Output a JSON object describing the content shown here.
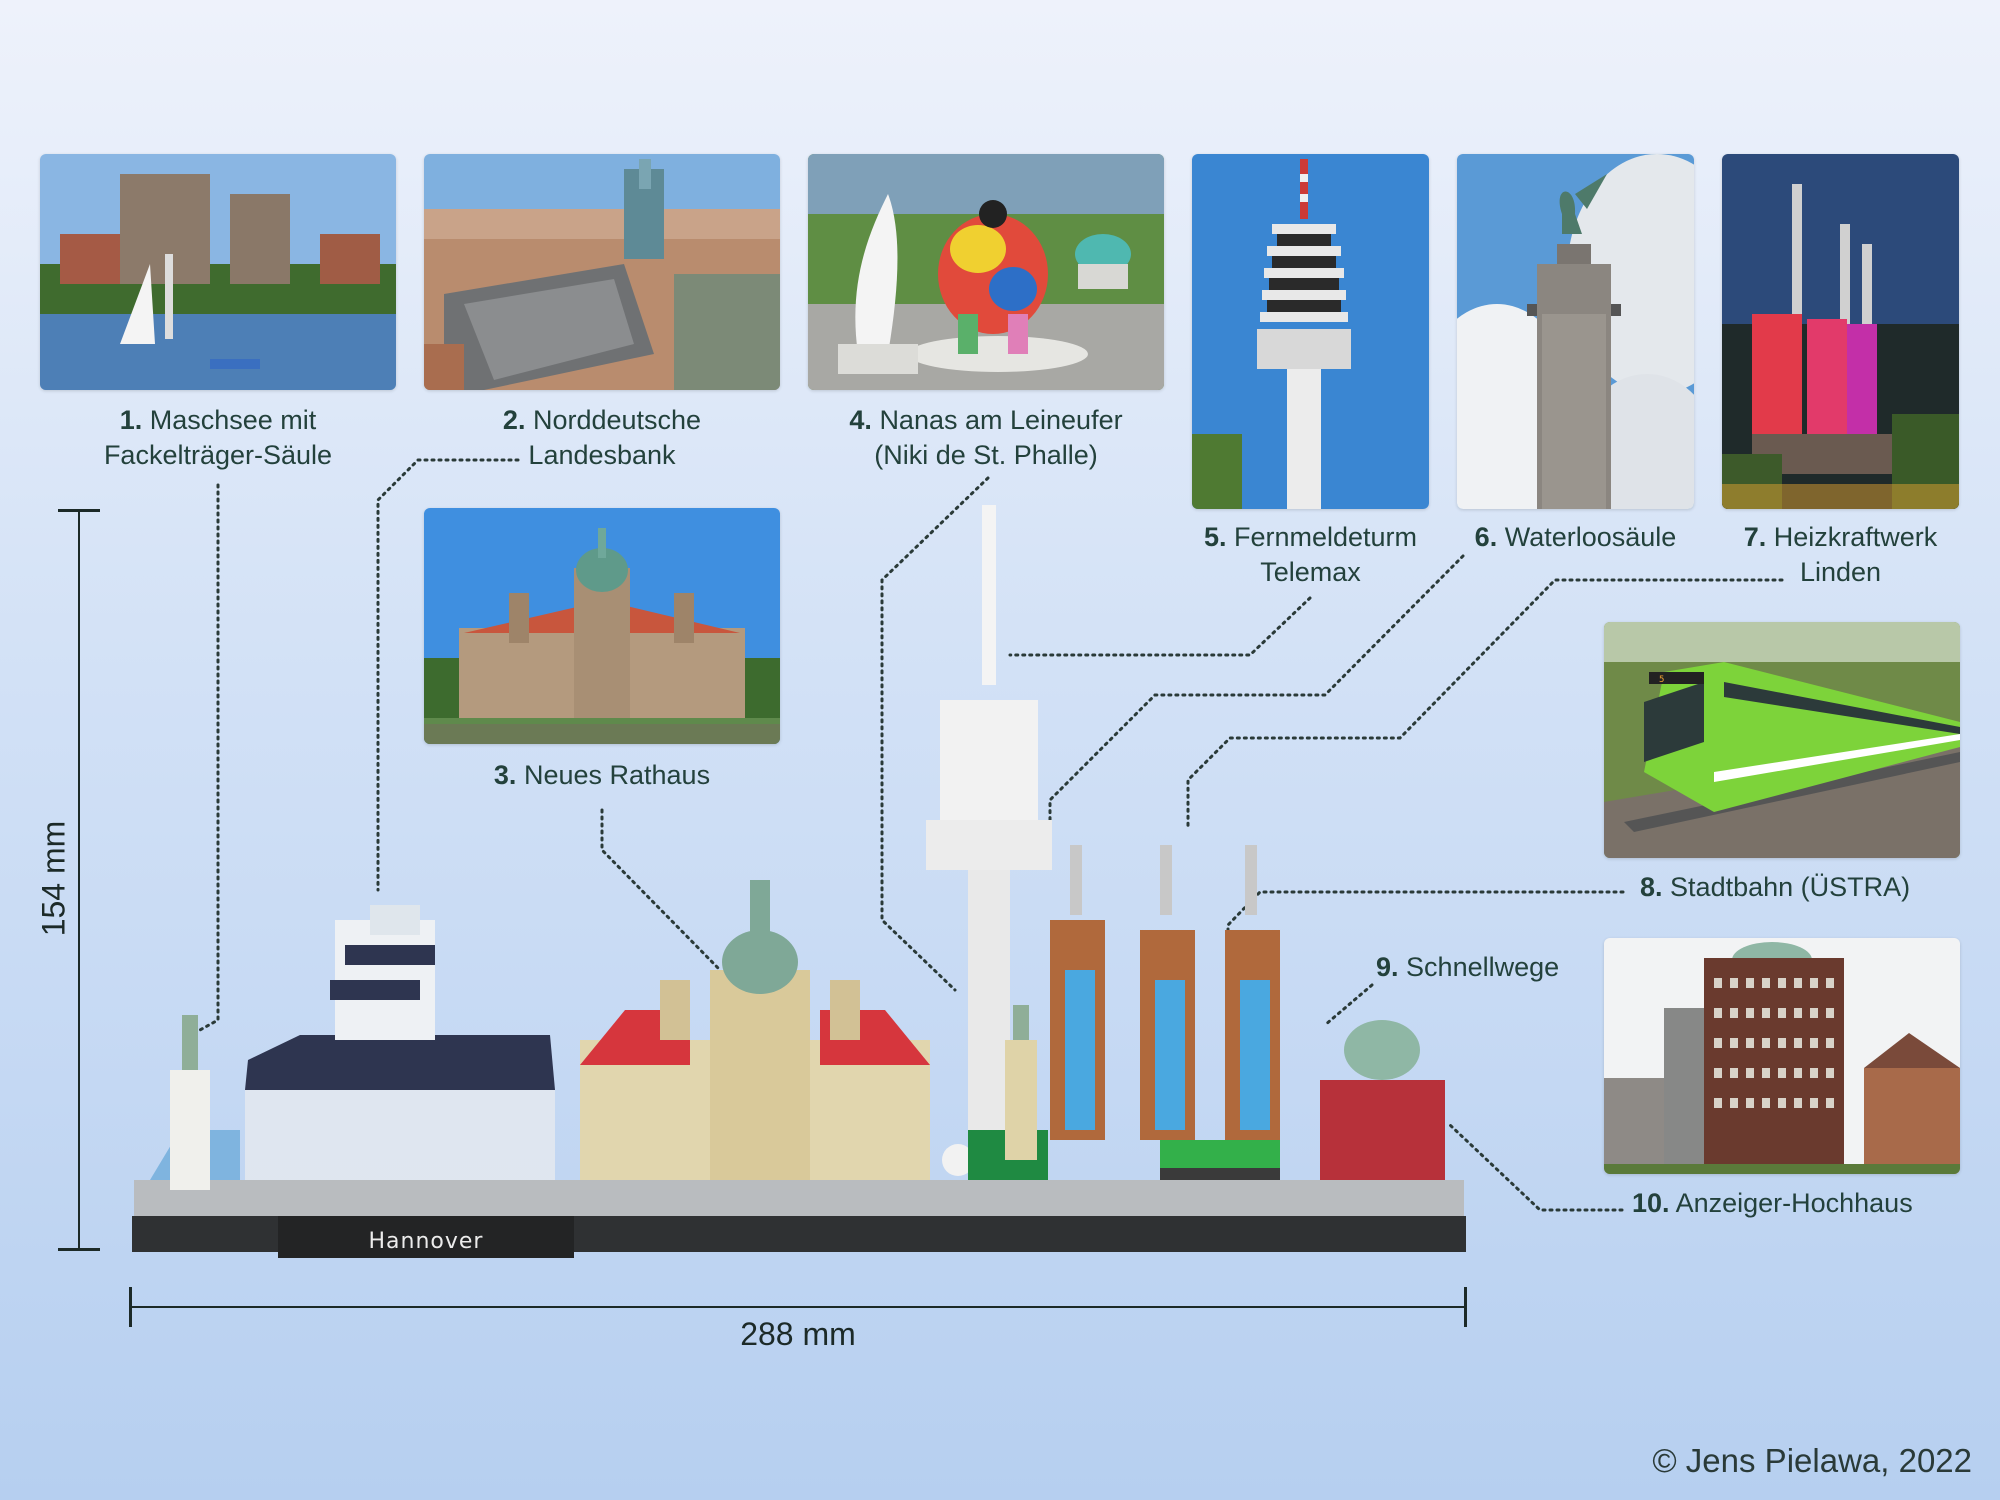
{
  "landmarks": [
    {
      "num": "1.",
      "line1": "Maschsee mit",
      "line2": "Fackelträger-Säule"
    },
    {
      "num": "2.",
      "line1": "Norddeutsche",
      "line2": "Landesbank"
    },
    {
      "num": "3.",
      "line1": "Neues Rathaus",
      "line2": ""
    },
    {
      "num": "4.",
      "line1": "Nanas am Leineufer",
      "line2": "(Niki de St. Phalle)"
    },
    {
      "num": "5.",
      "line1": "Fernmeldeturm",
      "line2": "Telemax"
    },
    {
      "num": "6.",
      "line1": "Waterloosäule",
      "line2": ""
    },
    {
      "num": "7.",
      "line1": "Heizkraftwerk",
      "line2": "Linden"
    },
    {
      "num": "8.",
      "line1": "Stadtbahn (ÜSTRA)",
      "line2": ""
    },
    {
      "num": "9.",
      "line1": "Schnellwege",
      "line2": ""
    },
    {
      "num": "10.",
      "line1": "Anzeiger-Hochhaus",
      "line2": ""
    }
  ],
  "model": {
    "name_plate": "Hannover"
  },
  "dimensions": {
    "height": "154 mm",
    "width": "288 mm"
  },
  "credit": "© Jens Pielawa, 2022",
  "colors": {
    "accent_text": "#23413c",
    "leader_line": "#2a3a38",
    "background_top": "#eef2fb",
    "background_bottom": "#b6cff0"
  }
}
